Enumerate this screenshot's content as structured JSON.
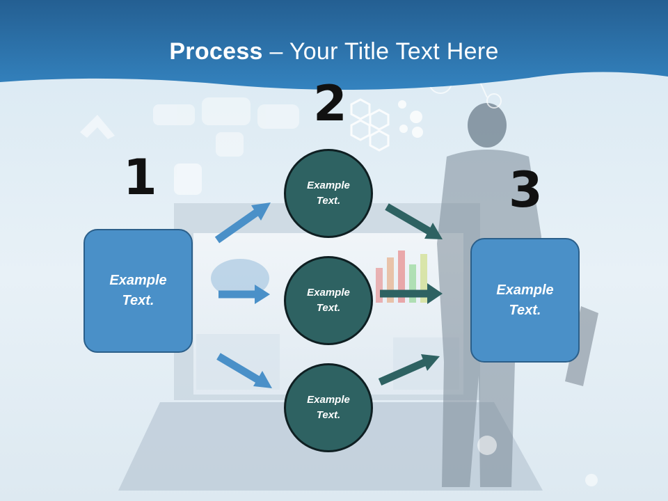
{
  "title": {
    "bold": "Process",
    "rest": " – Your Title Text Here"
  },
  "steps": [
    {
      "number": "1",
      "label": "Example Text."
    },
    {
      "number": "2",
      "labels": [
        "Example Text.",
        "Example Text.",
        "Example Text."
      ]
    },
    {
      "number": "3",
      "label": "Example Text."
    }
  ],
  "colors": {
    "header": "#2a6fa8",
    "box": "#4a90c8",
    "circle": "#2e6262",
    "arrow_blue": "#4a90c8",
    "arrow_teal": "#2e6262"
  }
}
